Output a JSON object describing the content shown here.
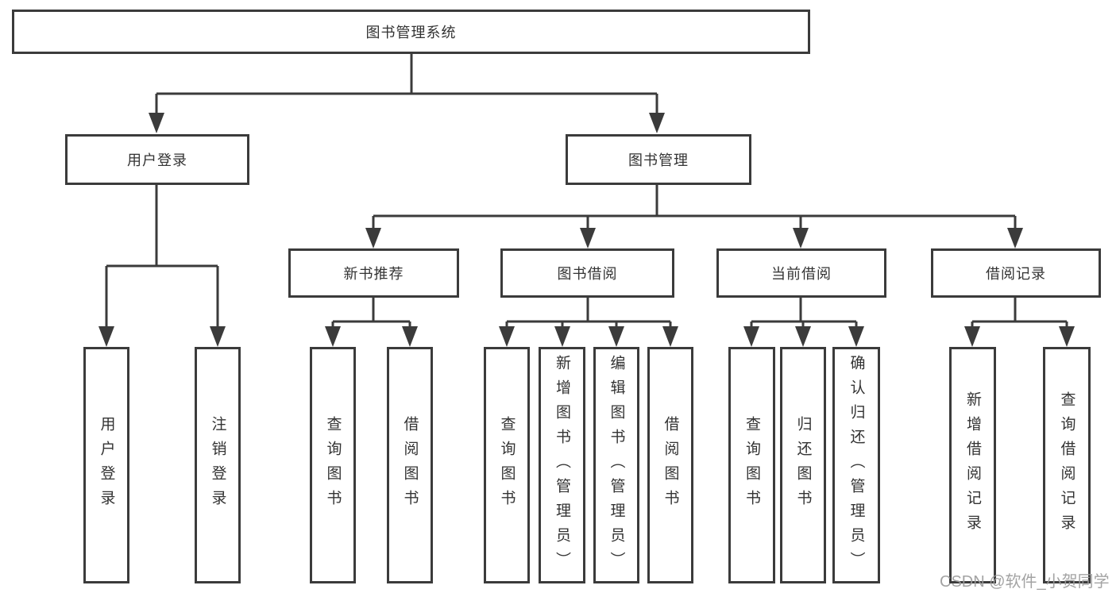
{
  "tree": {
    "root": "图书管理系统",
    "branches": [
      {
        "label": "用户登录",
        "children": [
          "用户登录",
          "注销登录"
        ]
      },
      {
        "label": "图书管理",
        "groups": [
          {
            "label": "新书推荐",
            "children": [
              "查询图书",
              "借阅图书"
            ]
          },
          {
            "label": "图书借阅",
            "children": [
              "查询图书",
              "新增图书（管理员）",
              "编辑图书（管理员）",
              "借阅图书"
            ]
          },
          {
            "label": "当前借阅",
            "children": [
              "查询图书",
              "归还图书",
              "确认归还（管理员）"
            ]
          },
          {
            "label": "借阅记录",
            "children": [
              "新增借阅记录",
              "查询借阅记录"
            ]
          }
        ]
      }
    ]
  },
  "watermark": "CSDN @软件_小贺同学",
  "colors": {
    "line": "#3b3b3b",
    "box_border": "#3b3b3b",
    "box_background": "#ffffff",
    "text": "#333333",
    "watermark": "#9b9b9b",
    "background": "#ffffff"
  }
}
